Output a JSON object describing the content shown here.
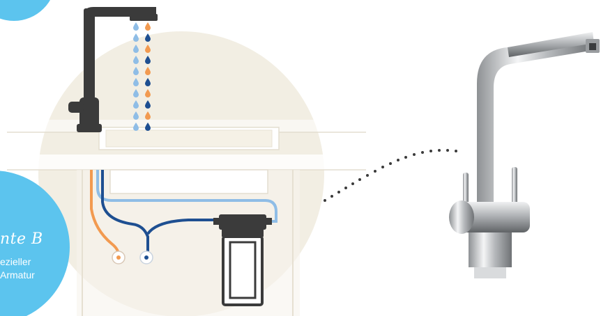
{
  "badge": {
    "title": "nte B",
    "line1": "ezieller",
    "line2": "Armatur"
  },
  "colors": {
    "badge": "#5cc4ee",
    "background_circle": "#f2eee3",
    "faucet_dark": "#3b3b3b",
    "pipe_dark_blue": "#1e4f91",
    "pipe_light_blue": "#8fbde6",
    "pipe_orange": "#f29a50",
    "drop_orange": "#f29a50",
    "drop_dark_blue": "#1e4f91",
    "drop_light_blue": "#8fbde6",
    "counter_line": "#e3ddd0",
    "chrome": "#c9cbcd"
  },
  "icons": [
    "faucet-icon",
    "water-filter-icon",
    "chrome-faucet-icon",
    "water-drop-icon"
  ]
}
